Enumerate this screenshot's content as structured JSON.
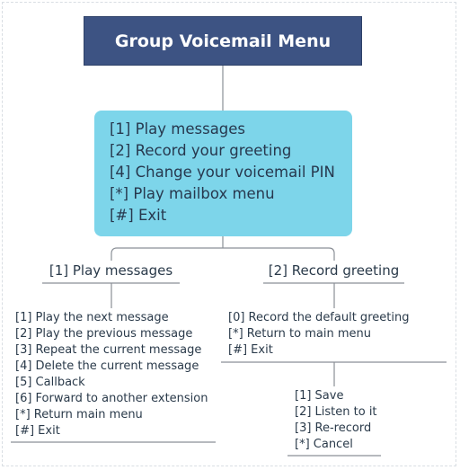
{
  "title": "Group Voicemail Menu",
  "main_menu": [
    "[1] Play messages",
    "[2] Record your greeting",
    "[4] Change your voicemail PIN",
    "[*] Play mailbox menu",
    "[#] Exit"
  ],
  "branches": {
    "play": {
      "title": "[1] Play messages",
      "options": [
        "[1] Play the next message",
        "[2] Play the previous message",
        "[3] Repeat the current message",
        "[4] Delete the current message",
        "[5] Callback",
        "[6] Forward to another extension",
        "[*] Return main menu",
        "[#] Exit"
      ]
    },
    "record": {
      "title": "[2] Record greeting",
      "options": [
        "[0] Record the default greeting",
        "[*] Return to main menu",
        "[#] Exit"
      ],
      "sub_options": [
        "[1] Save",
        "[2] Listen to it",
        "[3] Re-record",
        "[*] Cancel"
      ]
    }
  },
  "colors": {
    "title_bg": "#3d5383",
    "menu_bg": "#7dd5ea",
    "line": "#8a8f96"
  }
}
